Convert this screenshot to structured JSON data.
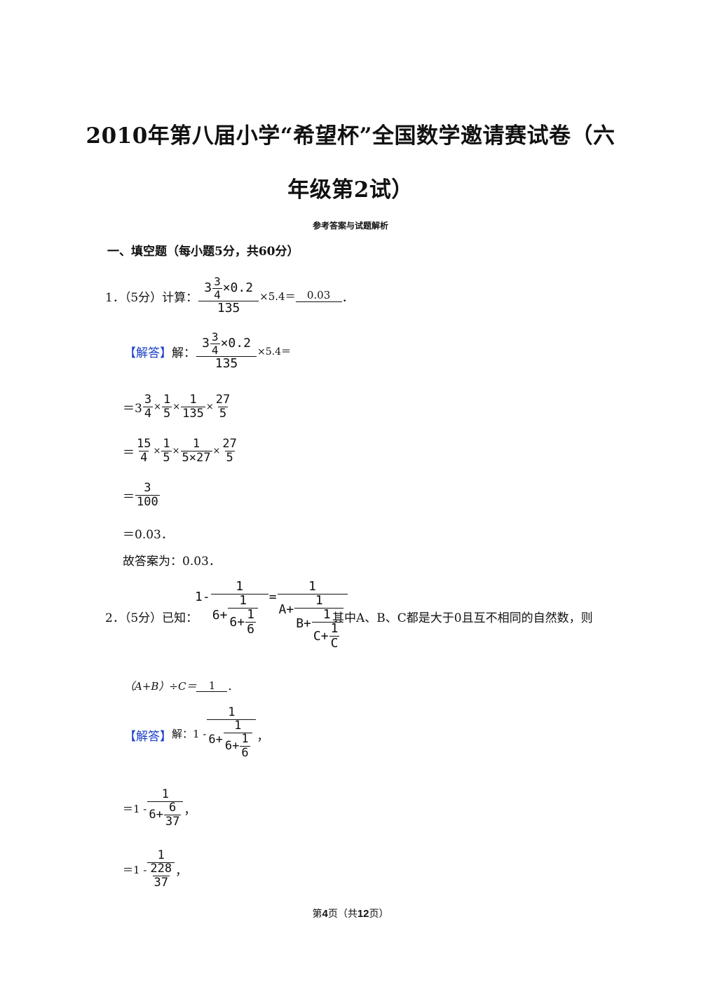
{
  "title": {
    "line1": "2010年第八届小学“希望杯”全国数学邀请赛试卷（六",
    "line2": "年级第2试）"
  },
  "subtitle": "参考答案与试题解析",
  "section1": "一、填空题（每小题5分，共60分）",
  "q1": {
    "prefix": "1．（5分）计算：",
    "whole": "3",
    "fn": "3",
    "fd": "4",
    "mul": "×0.2",
    "den": "135",
    "tail": "×5.4＝",
    "answer": "0.03",
    "end": "．",
    "sol_label": "【解答】",
    "sol_text": "解：",
    "s1": {
      "eq": "＝3",
      "a_n": "3",
      "a_d": "4",
      "x": "×",
      "b_n": "1",
      "b_d": "5",
      "c_n": "1",
      "c_d": "135",
      "d_n": "27",
      "d_d": "5"
    },
    "s2": {
      "eq": "＝",
      "a_n": "15",
      "a_d": "4",
      "x": "×",
      "b_n": "1",
      "b_d": "5",
      "c_n": "1",
      "c_d": "5×27",
      "d_n": "27",
      "d_d": "5"
    },
    "s3": {
      "eq": "＝",
      "n": "3",
      "d": "100"
    },
    "s4": "＝0.03．",
    "conclusion": "故答案为：0.03．"
  },
  "q2": {
    "prefix": "2．（5分）已知：",
    "one": "1",
    "minus": "-",
    "eq": "=",
    "six": "6+",
    "A": "A+",
    "B": "B+",
    "C": "C+",
    "Cd": "C",
    "num": "1",
    "d6": "6",
    "text_after": "其中A、B、C都是大于0且互不相同的自然数，则",
    "ask_prefix": "（A+B）÷C＝",
    "answer": "1",
    "end": "．",
    "sol_label": "【解答】",
    "sol_text": "解：1 -",
    "comma": "，",
    "s1": {
      "eq": "＝1 -",
      "n": "1",
      "six": "6+",
      "in_n": "6",
      "in_d": "37"
    },
    "s2": {
      "eq": "＝1 -",
      "n": "1",
      "in_n": "228",
      "in_d": "37"
    }
  },
  "footer": {
    "pre": "第",
    "page": "4",
    "mid": "页（共",
    "total": "12",
    "post": "页）"
  }
}
